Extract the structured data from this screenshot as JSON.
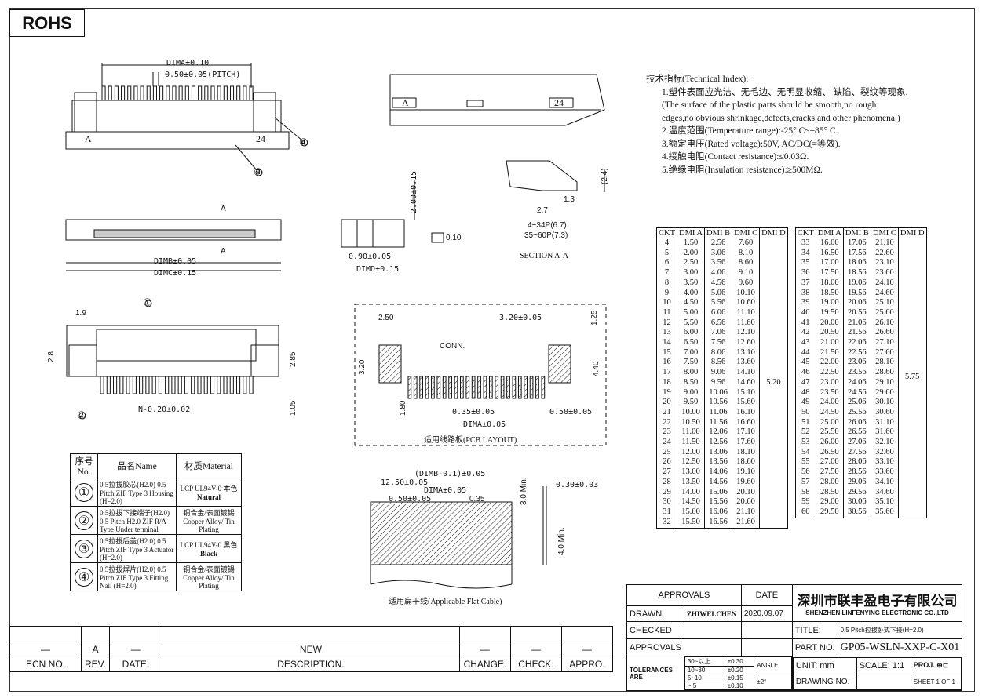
{
  "rohs_label": "ROHS",
  "tech_index": {
    "title": "技术指标(Technical Index):",
    "items": [
      "1.塑件表面应光洁、无毛边、无明显收缩、 缺陷、裂纹等现象.",
      "(The surface of the plastic parts should be smooth,no rough",
      "edges,no obvious shrinkage,defects,cracks and other phenomena.)",
      "2.温度范围(Temperature range):-25° C~+85° C.",
      "3.额定电压(Rated voltage):50V, AC/DC(=等效).",
      "4.接触电阻(Contact resistance):≤0.03Ω.",
      "5.绝缘电阻(Insulation resistance):≥500MΩ."
    ]
  },
  "drawing_labels": {
    "top_dima": "DIMA±0.10",
    "top_pitch": "0.50±0.05(PITCH)",
    "part_a": "A",
    "part_24": "24",
    "callout_1": "①",
    "callout_2": "②",
    "callout_3": "③",
    "callout_4": "④",
    "sec_a_top": "A",
    "sec_a_bot": "A",
    "dimb": "DIMB±0.05",
    "dimc": "DIMC±0.15",
    "side_200": "2.00±0.15",
    "side_090": "0.90±0.05",
    "side_dimd": "DIMD±0.15",
    "flat_010": "0.10",
    "sec_24": "(2.4)",
    "sec_13": "1.3",
    "sec_27": "2.7",
    "sec_pins1": "4~34P(6.7)",
    "sec_pins2": "35~60P(7.3)",
    "section_title": "SECTION A-A",
    "bot_19": "1.9",
    "bot_28": "2.8",
    "bot_285": "2.85",
    "bot_105": "1.05",
    "bot_n": "N-0.20±0.02",
    "pcb_250": "2.50",
    "pcb_320a": "3.20±0.05",
    "pcb_125": "1.25",
    "pcb_conn": "CONN.",
    "pcb_320b": "3.20",
    "pcb_440": "4.40",
    "pcb_180": "1.80",
    "pcb_035": "0.35±0.05",
    "pcb_050": "0.50±0.05",
    "pcb_dima": "DIMA±0.05",
    "pcb_title": "适用线路板(PCB LAYOUT)",
    "fc_dimb": "(DIMB-0.1)±0.05",
    "fc_dima": "DIMA±0.05",
    "fc_12": "12.50±0.05",
    "fc_050": "0.50±0.05",
    "fc_035": "0.35",
    "fc_30": "3.0 Min.",
    "fc_40": "4.0 Min.",
    "fc_030": "0.30±0.03",
    "fc_title": "适用扁平线(Applicable Flat Cable)"
  },
  "ckt_table": {
    "headers": [
      "CKT",
      "DMI A",
      "DMI B",
      "DMI C",
      "DMI D"
    ],
    "d_left": "5.20",
    "d_right": "5.75",
    "left": [
      [
        "4",
        "1.50",
        "2.56",
        "7.60"
      ],
      [
        "5",
        "2.00",
        "3.06",
        "8.10"
      ],
      [
        "6",
        "2.50",
        "3.56",
        "8.60"
      ],
      [
        "7",
        "3.00",
        "4.06",
        "9.10"
      ],
      [
        "8",
        "3.50",
        "4.56",
        "9.60"
      ],
      [
        "9",
        "4.00",
        "5.06",
        "10.10"
      ],
      [
        "10",
        "4.50",
        "5.56",
        "10.60"
      ],
      [
        "11",
        "5.00",
        "6.06",
        "11.10"
      ],
      [
        "12",
        "5.50",
        "6.56",
        "11.60"
      ],
      [
        "13",
        "6.00",
        "7.06",
        "12.10"
      ],
      [
        "14",
        "6.50",
        "7.56",
        "12.60"
      ],
      [
        "15",
        "7.00",
        "8.06",
        "13.10"
      ],
      [
        "16",
        "7.50",
        "8.56",
        "13.60"
      ],
      [
        "17",
        "8.00",
        "9.06",
        "14.10"
      ],
      [
        "18",
        "8.50",
        "9.56",
        "14.60"
      ],
      [
        "19",
        "9.00",
        "10.06",
        "15.10"
      ],
      [
        "20",
        "9.50",
        "10.56",
        "15.60"
      ],
      [
        "21",
        "10.00",
        "11.06",
        "16.10"
      ],
      [
        "22",
        "10.50",
        "11.56",
        "16.60"
      ],
      [
        "23",
        "11.00",
        "12.06",
        "17.10"
      ],
      [
        "24",
        "11.50",
        "12.56",
        "17.60"
      ],
      [
        "25",
        "12.00",
        "13.06",
        "18.10"
      ],
      [
        "26",
        "12.50",
        "13.56",
        "18.60"
      ],
      [
        "27",
        "13.00",
        "14.06",
        "19.10"
      ],
      [
        "28",
        "13.50",
        "14.56",
        "19.60"
      ],
      [
        "29",
        "14.00",
        "15.06",
        "20.10"
      ],
      [
        "30",
        "14.50",
        "15.56",
        "20.60"
      ],
      [
        "31",
        "15.00",
        "16.06",
        "21.10"
      ],
      [
        "32",
        "15.50",
        "16.56",
        "21.60"
      ]
    ],
    "right": [
      [
        "33",
        "16.00",
        "17.06",
        "21.10"
      ],
      [
        "34",
        "16.50",
        "17.56",
        "22.60"
      ],
      [
        "35",
        "17.00",
        "18.06",
        "23.10"
      ],
      [
        "36",
        "17.50",
        "18.56",
        "23.60"
      ],
      [
        "37",
        "18.00",
        "19.06",
        "24.10"
      ],
      [
        "38",
        "18.50",
        "19.56",
        "24.60"
      ],
      [
        "39",
        "19.00",
        "20.06",
        "25.10"
      ],
      [
        "40",
        "19.50",
        "20.56",
        "25.60"
      ],
      [
        "41",
        "20.00",
        "21.06",
        "26.10"
      ],
      [
        "42",
        "20.50",
        "21.56",
        "26.60"
      ],
      [
        "43",
        "21.00",
        "22.06",
        "27.10"
      ],
      [
        "44",
        "21.50",
        "22.56",
        "27.60"
      ],
      [
        "45",
        "22.00",
        "23.06",
        "28.10"
      ],
      [
        "46",
        "22.50",
        "23.56",
        "28.60"
      ],
      [
        "47",
        "23.00",
        "24.06",
        "29.10"
      ],
      [
        "48",
        "23.50",
        "24.56",
        "29.60"
      ],
      [
        "49",
        "24.00",
        "25.06",
        "30.10"
      ],
      [
        "50",
        "24.50",
        "25.56",
        "30.60"
      ],
      [
        "51",
        "25.00",
        "26.06",
        "31.10"
      ],
      [
        "52",
        "25.50",
        "26.56",
        "31.60"
      ],
      [
        "53",
        "26.00",
        "27.06",
        "32.10"
      ],
      [
        "54",
        "26.50",
        "27.56",
        "32.60"
      ],
      [
        "55",
        "27.00",
        "28.06",
        "33.10"
      ],
      [
        "56",
        "27.50",
        "28.56",
        "33.60"
      ],
      [
        "57",
        "28.00",
        "29.06",
        "34.10"
      ],
      [
        "58",
        "28.50",
        "29.56",
        "34.60"
      ],
      [
        "59",
        "29.00",
        "30.06",
        "35.10"
      ],
      [
        "60",
        "29.50",
        "30.56",
        "35.60"
      ]
    ]
  },
  "material_table": {
    "headers": [
      "序号No.",
      "品名Name",
      "材质Material"
    ],
    "rows": [
      {
        "no": "①",
        "name": "0.5拉拔胶芯(H2.0) 0.5 Pitch ZIF Type 3 Housing (H=2.0)",
        "mat": "LCP UL94V-0 本色",
        "mat2": "Natural"
      },
      {
        "no": "②",
        "name": "0.5拉拔下接端子(H2.0) 0.5 Pitch H2.0 ZIF R/A Type Under terminal",
        "mat": "铜合金/表面镀锡 Copper Alloy/ Tin Plating",
        "mat2": ""
      },
      {
        "no": "③",
        "name": "0.5拉拔后盖(H2.0) 0.5 Pitch ZIF Type 3 Actuator (H=2.0)",
        "mat": "LCP UL94V-0 黑色",
        "mat2": "Black"
      },
      {
        "no": "④",
        "name": "0.5拉拔焊片(H2.0) 0.5 Pitch ZIF Type 3 Fitting Nail (H=2.0)",
        "mat": "铜合金/表面镀锡 Copper Alloy/ Tin Plating",
        "mat2": ""
      }
    ]
  },
  "title_block": {
    "approvals": "APPROVALS",
    "date": "DATE",
    "company_cn": "深圳市联丰盈电子有限公司",
    "company_en": "SHENZHEN LINFENYING ELECTRONIC CO.,LTD",
    "drawn": "DRAWN",
    "drawn_by": "ZHIWELCHEN",
    "drawn_date": "2020.09.07",
    "checked": "CHECKED",
    "title_lbl": "TITLE:",
    "title_val": "0.5 Pitch拉拔卧式下接(H=2.0)",
    "approvals2": "APPROVALS",
    "part_no_lbl": "PART NO.",
    "part_no": "GP05-WSLN-XXP-C-X01",
    "tolerances": "TOLERANCES ARE",
    "tol_rows": [
      [
        "30~以上",
        "±0.30"
      ],
      [
        "10~30",
        "±0.20"
      ],
      [
        "5~10",
        "±0.15"
      ],
      [
        "~ 5",
        "±0.10"
      ]
    ],
    "angle": "ANGLE",
    "angle_val": "±2°",
    "unit_lbl": "UNIT:",
    "unit": "mm",
    "scale_lbl": "SCALE:",
    "scale": "1:1",
    "proj": "PROJ.",
    "drawing_no": "DRAWING NO.",
    "sheet": "SHEET 1 OF 1"
  },
  "revision_block": {
    "rev": "A",
    "new": "NEW",
    "headers": [
      "ECN NO.",
      "REV.",
      "DATE.",
      "DESCRIPTION.",
      "CHANGE.",
      "CHECK.",
      "APPRO."
    ]
  }
}
